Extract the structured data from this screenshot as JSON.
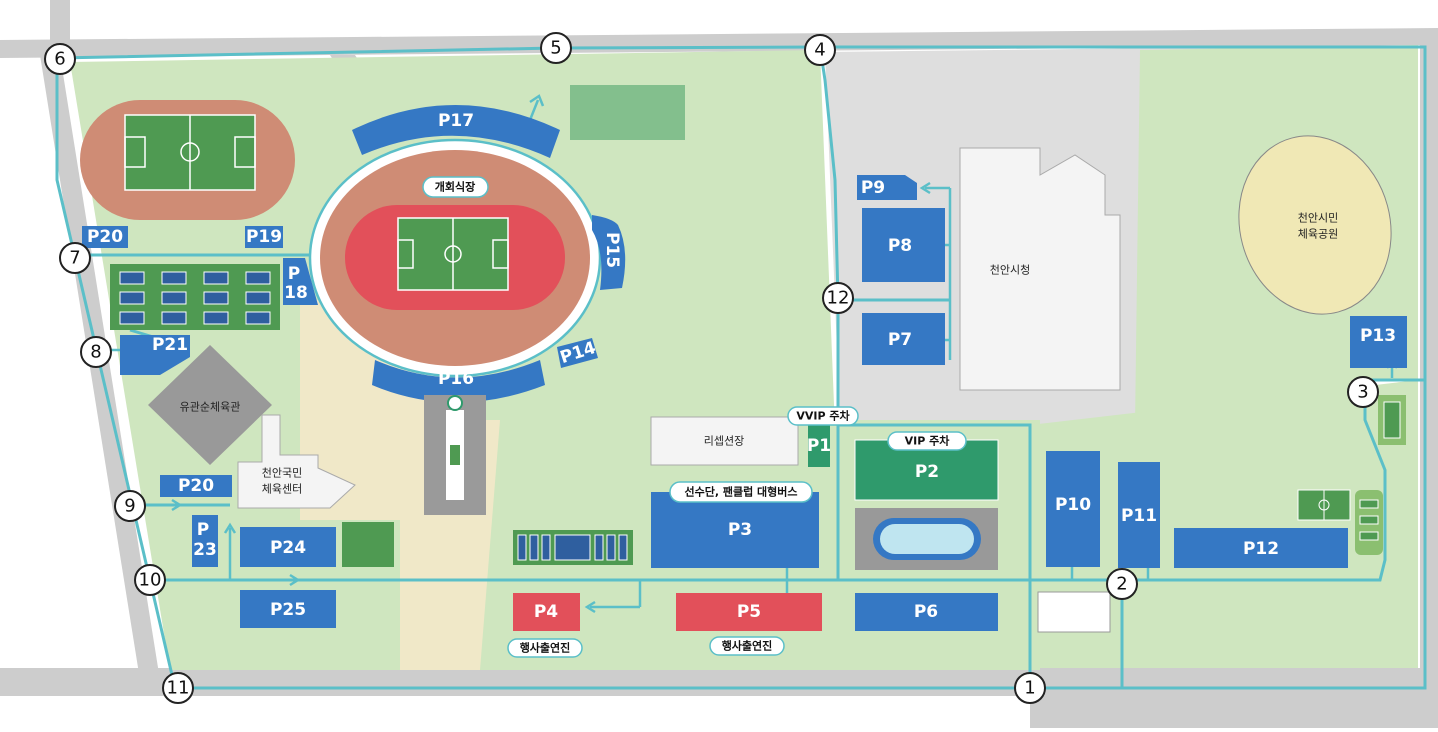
{
  "colors": {
    "parking_blue": "#3578c4",
    "parking_green": "#2f9a6c",
    "parking_red": "#e2505a",
    "route": "#5bbfc8",
    "park_green": "#cfe6bf",
    "road_gray": "#cdcdcd",
    "track": "#cf8c75",
    "field": "#4f9a52",
    "sand": "#f0e8c8"
  },
  "parking": {
    "p1": "P1",
    "p2": "P2",
    "p3": "P3",
    "p4": "P4",
    "p5": "P5",
    "p6": "P6",
    "p7": "P7",
    "p8": "P8",
    "p9": "P9",
    "p10": "P10",
    "p11": "P11",
    "p12": "P12",
    "p13": "P13",
    "p14": "P14",
    "p15": "P15",
    "p16": "P16",
    "p17": "P17",
    "p18a": "P",
    "p18b": "18",
    "p19": "P19",
    "p20a": "P20",
    "p20b": "P20",
    "p21": "P21",
    "p23a": "P",
    "p23b": "23",
    "p24": "P24",
    "p25": "P25"
  },
  "gates": [
    "1",
    "2",
    "3",
    "4",
    "5",
    "6",
    "7",
    "8",
    "9",
    "10",
    "11",
    "12"
  ],
  "labels": {
    "opening_ceremony": "개회식장",
    "reception": "리셉션장",
    "vvip": "VVIP 주차",
    "vip": "VIP 주차",
    "teams_bus": "선수단, 팬클럽 대형버스",
    "event_p4": "행사출연진",
    "event_p5": "행사출연진",
    "city_hall": "천안시청",
    "citizen_park_1": "천안시민",
    "citizen_park_2": "체육공원",
    "yukwansun_gym": "유관순체육관",
    "sports_center_1": "천안국민",
    "sports_center_2": "체육센터"
  }
}
